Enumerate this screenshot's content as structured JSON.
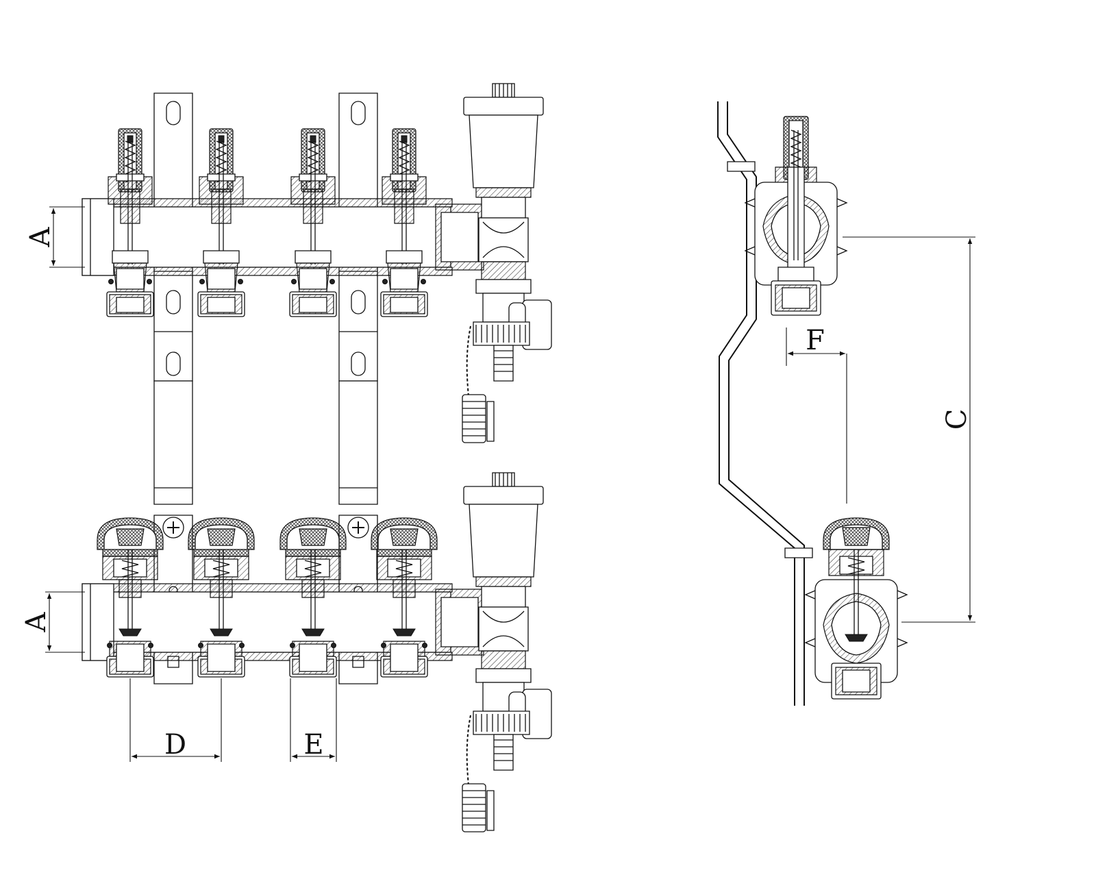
{
  "dimensions": {
    "A_top": "A",
    "A_bottom": "A",
    "C": "C",
    "D": "D",
    "E": "E",
    "F": "F"
  }
}
